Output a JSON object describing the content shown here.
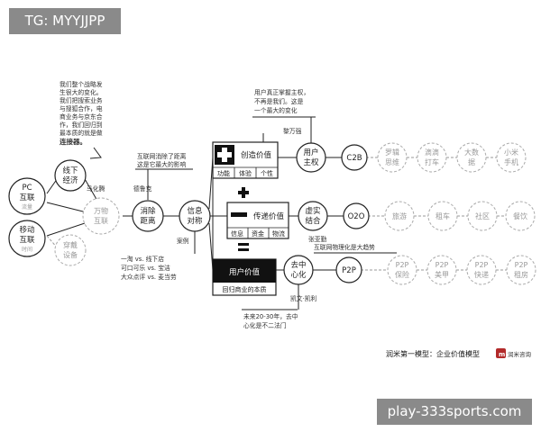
{
  "watermark_top": "TG: MYYJJPP",
  "watermark_bottom": "play-333sports.com",
  "nodes": {
    "pc": [
      "PC",
      "互联"
    ],
    "pc_sub": "流量",
    "mobile": [
      "移动",
      "互联"
    ],
    "mobile_sub": "时间",
    "wearable": [
      "穿戴",
      "设备"
    ],
    "offline_econ": [
      "线下",
      "经济"
    ],
    "iot": [
      "万物",
      "互联"
    ],
    "eliminate": [
      "消除",
      "距离"
    ],
    "info_sym": [
      "信息",
      "对称"
    ],
    "user_owner": [
      "用户",
      "主权"
    ],
    "virtual_real": [
      "虚实",
      "结合"
    ],
    "decentral": [
      "去中",
      "心化"
    ],
    "c2b": "C2B",
    "o2o": "O2O",
    "p2p": "P2P"
  },
  "dashed": {
    "row1": [
      [
        "罗辑",
        "思维"
      ],
      [
        "滴滴",
        "打车"
      ],
      [
        "大数",
        "据"
      ],
      [
        "小米",
        "手机"
      ]
    ],
    "row2": [
      [
        "旅游"
      ],
      [
        "租车"
      ],
      [
        "社区"
      ],
      [
        "餐饮"
      ]
    ],
    "row3": [
      [
        "P2P",
        "保险"
      ],
      [
        "P2P",
        "美甲"
      ],
      [
        "P2P",
        "快递"
      ],
      [
        "P2P",
        "租房"
      ]
    ]
  },
  "value_boxes": {
    "create": {
      "title": "创造价值",
      "cells": [
        "功能",
        "体验",
        "个性"
      ]
    },
    "transfer": {
      "title": "传递价值",
      "cells": [
        "信息",
        "资金",
        "物流"
      ]
    },
    "user": {
      "title": "用户价值",
      "sub": "回归商业的本质"
    }
  },
  "labels": {
    "ma_huateng": "马化腾",
    "drucker": "德鲁克",
    "case": "案例",
    "li_wanqiang": "黎万强",
    "zhang_yaqin": "张亚勤",
    "kevin_kelly": "凯文·凯利"
  },
  "annotations": {
    "strategy": [
      "我们整个战略发",
      "生很大的变化。",
      "我们把搜索业务",
      "与搜狐合作，电",
      "商业务与京东合",
      "作，我们回归到",
      "最本质的就是做"
    ],
    "strategy_bold": "连接器。",
    "distance": [
      "互联网消除了距离",
      "这是它最大的影响"
    ],
    "sovereignty": [
      "用户真正掌握主权，",
      "不再是我们。这是",
      "一个最大的变化"
    ],
    "cases": [
      "一淘 vs. 线下店",
      "可口可乐 vs. 宝洁",
      "大众点评 vs. 麦当劳"
    ],
    "iot_note": "互联网物理化是大趋势",
    "future": [
      "未来20-30年，去中",
      "心化是不二法门"
    ]
  },
  "footer": {
    "model_title": "润米第一模型：企业价值模型",
    "logo_text": "润米咨询"
  }
}
